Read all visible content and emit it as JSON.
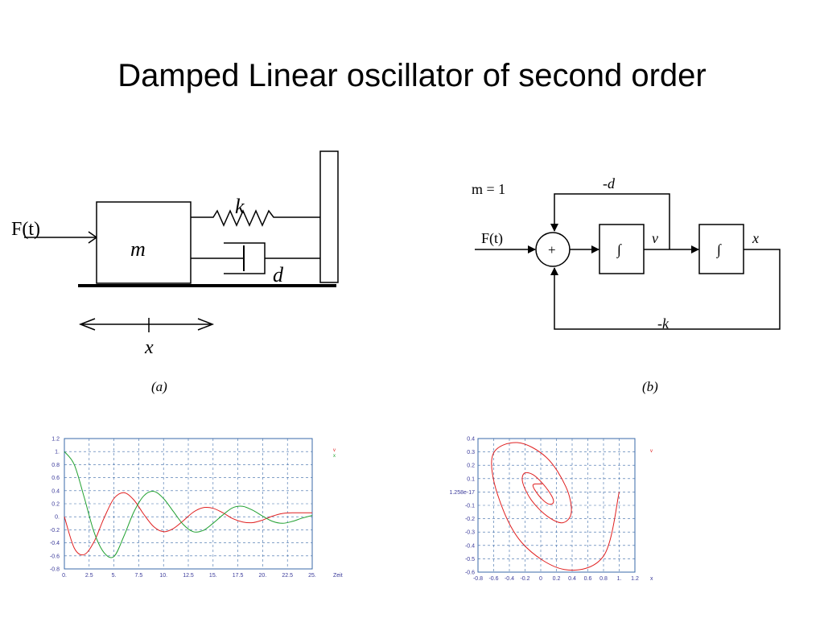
{
  "title": "Damped Linear oscillator of second order",
  "mechanical": {
    "force_label": "F(t)",
    "mass_label": "m",
    "spring_label": "k",
    "damper_label": "d",
    "displacement_label": "x",
    "caption": "(a)"
  },
  "block_diagram": {
    "mass_note": "m = 1",
    "input_label": "F(t)",
    "sum_symbol": "+",
    "integrator_symbol": "∫",
    "velocity_label": "v",
    "output_label": "x",
    "damping_feedback": "-d",
    "spring_feedback": "-k",
    "caption": "(b)"
  },
  "chart_data": [
    {
      "type": "line",
      "title": "",
      "xlabel": "Zeit",
      "ylabel": "",
      "xlim": [
        0,
        25
      ],
      "ylim": [
        -0.8,
        1.2
      ],
      "x_ticks": [
        "0.",
        "2.5",
        "5.",
        "7.5",
        "10.",
        "12.5",
        "15.",
        "17.5",
        "20.",
        "22.5",
        "25."
      ],
      "y_ticks": [
        "1.2",
        "1.",
        "0.8",
        "0.6",
        "0.4",
        "0.2",
        "0.",
        "-0.2",
        "-0.4",
        "-0.6",
        "-0.8"
      ],
      "legend": [
        "v",
        "x"
      ],
      "legend_position": "right",
      "grid": true,
      "series": [
        {
          "name": "v",
          "color": "#e02020",
          "x": [
            0,
            1,
            2,
            3,
            4,
            5,
            6,
            7,
            8,
            9,
            10,
            11,
            12,
            13,
            14,
            15,
            16,
            17,
            18,
            19,
            20,
            21,
            22,
            23,
            24,
            25
          ],
          "y": [
            0,
            -0.48,
            -0.58,
            -0.38,
            -0.02,
            0.28,
            0.37,
            0.26,
            0.04,
            -0.15,
            -0.23,
            -0.18,
            -0.06,
            0.07,
            0.14,
            0.13,
            0.06,
            -0.03,
            -0.08,
            -0.09,
            -0.05,
            0.01,
            0.05,
            0.06,
            0.06,
            0.06
          ]
        },
        {
          "name": "x",
          "color": "#20a030",
          "x": [
            0,
            1,
            2,
            3,
            4,
            5,
            6,
            7,
            8,
            9,
            10,
            11,
            12,
            13,
            14,
            15,
            16,
            17,
            18,
            19,
            20,
            21,
            22,
            23,
            24,
            25
          ],
          "y": [
            1.0,
            0.8,
            0.3,
            -0.24,
            -0.55,
            -0.61,
            -0.3,
            0.07,
            0.32,
            0.39,
            0.28,
            0.08,
            -0.12,
            -0.23,
            -0.21,
            -0.1,
            0.03,
            0.14,
            0.16,
            0.1,
            0.01,
            -0.07,
            -0.1,
            -0.07,
            -0.02,
            0.02
          ]
        }
      ]
    },
    {
      "type": "line",
      "title": "",
      "xlabel": "x",
      "ylabel": "",
      "xlim": [
        -0.8,
        1.2
      ],
      "ylim": [
        -0.6,
        0.4
      ],
      "x_ticks": [
        "-0.8",
        "-0.6",
        "-0.4",
        "-0.2",
        "0",
        "0.2",
        "0.4",
        "0.6",
        "0.8",
        "1.",
        "1.2"
      ],
      "y_ticks": [
        "0.4",
        "0.3",
        "0.2",
        "0.1",
        "1.258e-17",
        "-0.1",
        "-0.2",
        "-0.3",
        "-0.4",
        "-0.5",
        "-0.6"
      ],
      "legend": [
        "v"
      ],
      "legend_position": "right",
      "grid": true,
      "series": [
        {
          "name": "v",
          "color": "#e02020",
          "x": [
            1.0,
            0.8,
            0.3,
            -0.24,
            -0.55,
            -0.61,
            -0.3,
            0.07,
            0.32,
            0.39,
            0.28,
            0.08,
            -0.12,
            -0.23,
            -0.21,
            -0.1,
            0.03,
            0.14,
            0.16,
            0.1,
            0.01,
            -0.07,
            -0.1,
            -0.07,
            -0.02,
            0.02
          ],
          "y": [
            0,
            -0.48,
            -0.58,
            -0.38,
            -0.02,
            0.28,
            0.37,
            0.26,
            0.04,
            -0.15,
            -0.23,
            -0.18,
            -0.06,
            0.07,
            0.14,
            0.13,
            0.06,
            -0.03,
            -0.08,
            -0.09,
            -0.05,
            0.01,
            0.05,
            0.06,
            0.06,
            0.06
          ]
        }
      ]
    }
  ]
}
